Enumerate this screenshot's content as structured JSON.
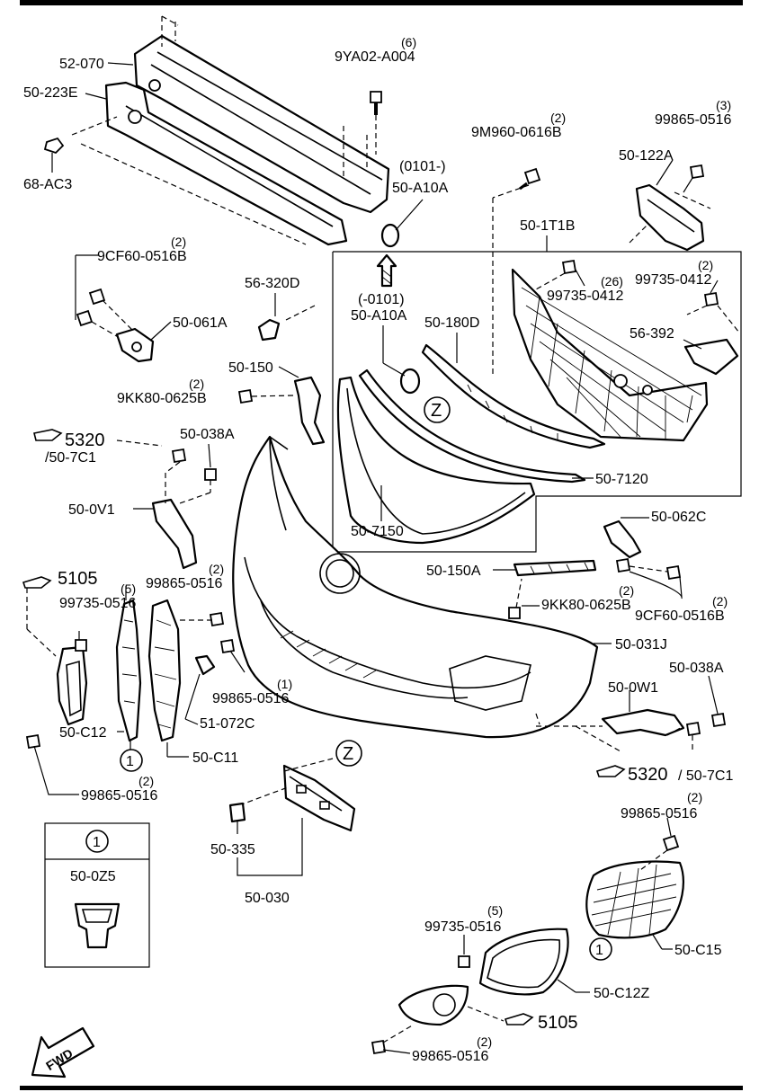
{
  "labels": {
    "reinforcement": "52-070",
    "absorber": "50-223E",
    "nut_ac3": "68-AC3",
    "bolt_9ya02": "9YA02-A004",
    "bolt_9ya02_qty": "(6)",
    "garnish_note": "(0101-)",
    "garnish_a10a_top": "50-A10A",
    "bolt_9m960": "9M960-0616B",
    "bolt_9m960_qty": "(2)",
    "bolt_99865_top": "99865-0516",
    "bolt_99865_top_qty": "(3)",
    "bracket_122a": "50-122A",
    "bolt_9cf60_left": "9CF60-0516B",
    "bolt_9cf60_left_qty": "(2)",
    "bracket_061a": "50-061A",
    "clip_320d": "56-320D",
    "grille_assy": "50-1T1B",
    "bolt_99735_0412_a": "99735-0412",
    "bolt_99735_0412_a_qty": "(26)",
    "bolt_99735_0412_b": "99735-0412",
    "bolt_99735_0412_b_qty": "(2)",
    "hood_seal": "56-392",
    "garnish_note_b": "(-0101)",
    "garnish_a10a_inner": "50-A10A",
    "molding_180d": "50-180D",
    "bracket_150": "50-150",
    "bolt_9kk80_top": "9KK80-0625B",
    "bolt_9kk80_top_qty": "(2)",
    "zone_z_a": "Z",
    "molding_7120": "50-7120",
    "molding_7150": "50-7150",
    "ref_5320_top": "5320",
    "ref_5320_top_sub": "/50-7C1",
    "clip_038a_left": "50-038A",
    "bracket_0v1": "50-0V1",
    "bracket_062c": "50-062C",
    "bracket_150a": "50-150A",
    "bolt_9kk80_mid": "9KK80-0625B",
    "bolt_9kk80_mid_qty": "(2)",
    "bolt_9cf60_right": "9CF60-0516B",
    "bolt_9cf60_right_qty": "(2)",
    "ref_5105_left": "5105",
    "bolt_99735_0516_left": "99735-0516",
    "bolt_99735_0516_left_qty": "(5)",
    "bolt_99865_mid": "99865-0516",
    "bolt_99865_mid_qty": "(2)",
    "bumper": "50-031J",
    "bolt_99865_mid2": "99865-0516",
    "bolt_99865_mid2_qty": "(1)",
    "clip_072c": "51-072C",
    "bezel_c12": "50-C12",
    "callout_1_a": "1",
    "bracket_c11": "50-C11",
    "bolt_99865_lower": "99865-0516",
    "bolt_99865_lower_qty": "(2)",
    "clip_038a_right": "50-038A",
    "bracket_0w1": "50-0W1",
    "ref_5320_bottom": "5320",
    "ref_5320_bottom_sub": "/ 50-7C1",
    "zone_z_b": "Z",
    "clip_335": "50-335",
    "license_bracket": "50-030",
    "bolt_99865_right": "99865-0516",
    "bolt_99865_right_qty": "(2)",
    "bolt_99735_0516_right": "99735-0516",
    "bolt_99735_0516_right_qty": "(5)",
    "callout_1_b": "1",
    "grille_c15": "50-C15",
    "bezel_c12z": "50-C12Z",
    "ref_5105_bottom": "5105",
    "bolt_99865_bottom": "99865-0516",
    "bolt_99865_bottom_qty": "(2)"
  },
  "legend_box": {
    "callout": "1",
    "part": "50-0Z5"
  },
  "direction": {
    "text": "FWD"
  }
}
